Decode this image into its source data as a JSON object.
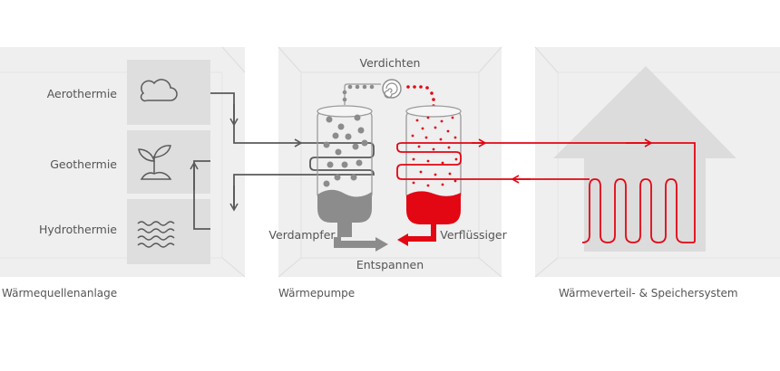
{
  "sections": {
    "source": "Wärmequellenanlage",
    "heatpump": "Wärmepumpe",
    "distribution": "Wärmeverteil- & Speichersystem"
  },
  "sources": [
    {
      "label": "Aerothermie",
      "icon": "cloud-icon"
    },
    {
      "label": "Geothermie",
      "icon": "plant-icon"
    },
    {
      "label": "Hydrothermie",
      "icon": "water-waves-icon"
    }
  ],
  "steps": {
    "compress": "Verdichten",
    "evaporator": "Verdampfer",
    "condenser": "Verflüssiger",
    "expand": "Entspannen"
  },
  "colors": {
    "cold_flow": "#5a5a5a",
    "hot_flow": "#e30613",
    "room": "#efefef",
    "card": "#dedede",
    "liquid_grey": "#8c8c8c"
  }
}
